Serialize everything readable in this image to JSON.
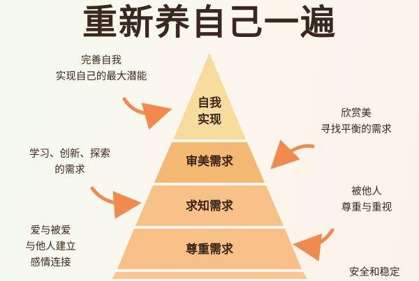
{
  "title": "重新养自己一遍",
  "pyramid": {
    "tiers": [
      {
        "label_lines": [
          "自我",
          "实现"
        ]
      },
      {
        "label_lines": [
          "审美需求"
        ]
      },
      {
        "label_lines": [
          "求知需求"
        ]
      },
      {
        "label_lines": [
          "尊重需求"
        ]
      },
      {
        "label_lines": [
          ""
        ]
      }
    ],
    "colors": [
      "#f7dc9e",
      "#f3b872",
      "#f6c287",
      "#f6c087",
      "#f7c88f"
    ]
  },
  "annotations": {
    "self_actualization": [
      "完善自我",
      "实现自己的最大潜能"
    ],
    "aesthetic": [
      "欣赏美",
      "寻找平衡的需求"
    ],
    "cognitive": [
      "学习、创新、探索",
      "的需求"
    ],
    "esteem": [
      "被他人",
      "尊重与重视"
    ],
    "belonging": [
      "爱与被爱",
      "与他人建立",
      "感情连接"
    ],
    "safety": [
      "安全和稳定"
    ]
  },
  "icons": {
    "arrow": "curved-arrow-icon"
  },
  "arrow_color": "#f08a4e"
}
